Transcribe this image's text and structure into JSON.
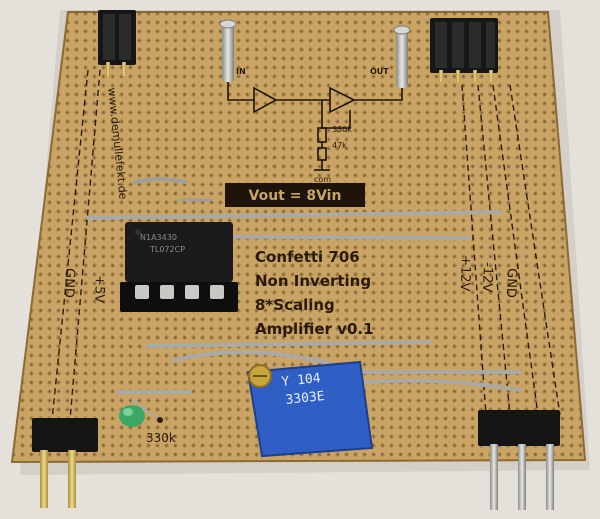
{
  "board": {
    "title_line_1": "Confetti 706",
    "title_line_2": "Non Inverting",
    "title_line_3": "8*Scaling",
    "title_line_4": "Amplifier v0.1",
    "formula": "Vout = 8Vin",
    "website": "www.demullefekt.de",
    "label_in": "IN",
    "label_out": "OUT",
    "label_330k_schematic": "330k",
    "label_47k_schematic": "47k",
    "label_com": "com",
    "label_left_gnd": "GND",
    "label_left_5v": "+5V",
    "label_right_12v_pos": "+12V",
    "label_right_12v_neg": "-12V",
    "label_right_gnd": "GND",
    "label_resistor": "330k",
    "trimpot_line_1": "Y 104",
    "trimpot_line_2": "3303E",
    "ic_marking_1": "TL072CP",
    "ic_marking_2": "N1A3430"
  },
  "colors": {
    "pcb": "#c9a465",
    "pcb_dark": "#9a7740",
    "trace": "#2b1c0c",
    "trimpot": "#2f5fc4",
    "header_black": "#151515",
    "wire_silver": "#b9b9b4",
    "gold_pin": "#d2b45a"
  }
}
